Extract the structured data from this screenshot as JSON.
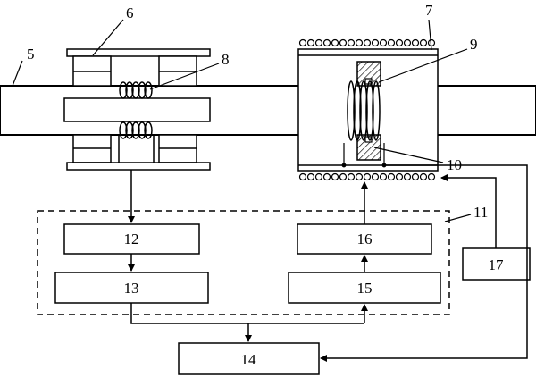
{
  "reference_labels": {
    "shaft": "5",
    "left_fixture": "6",
    "right_housing": "7",
    "left_coil": "8",
    "right_coil": "9",
    "sensor": "10",
    "controller": "11"
  },
  "blocks": {
    "b12": "12",
    "b13": "13",
    "b14": "14",
    "b15": "15",
    "b16": "16",
    "b17": "17"
  }
}
